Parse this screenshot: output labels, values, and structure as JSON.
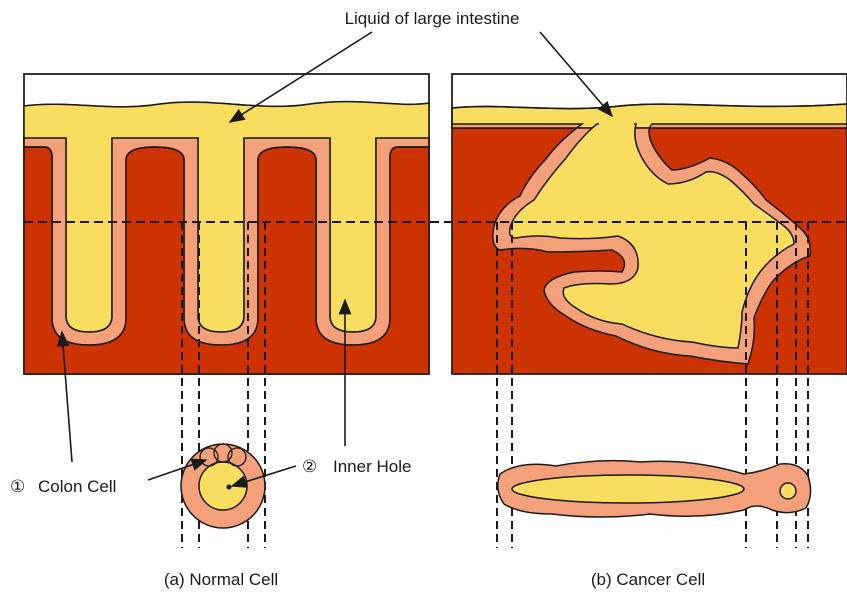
{
  "labels": {
    "liquid": "Liquid of large intestine",
    "colon_cell_marker": "①",
    "colon_cell": "Colon Cell",
    "inner_hole_marker": "②",
    "inner_hole": "Inner Hole",
    "caption_normal": "(a) Normal Cell",
    "caption_cancer": "(b) Cancer Cell"
  },
  "colors": {
    "tissue": "#cc3300",
    "cell_layer": "#f4a07a",
    "liquid": "#f9dd5f",
    "outline": "#1a1a1a"
  }
}
